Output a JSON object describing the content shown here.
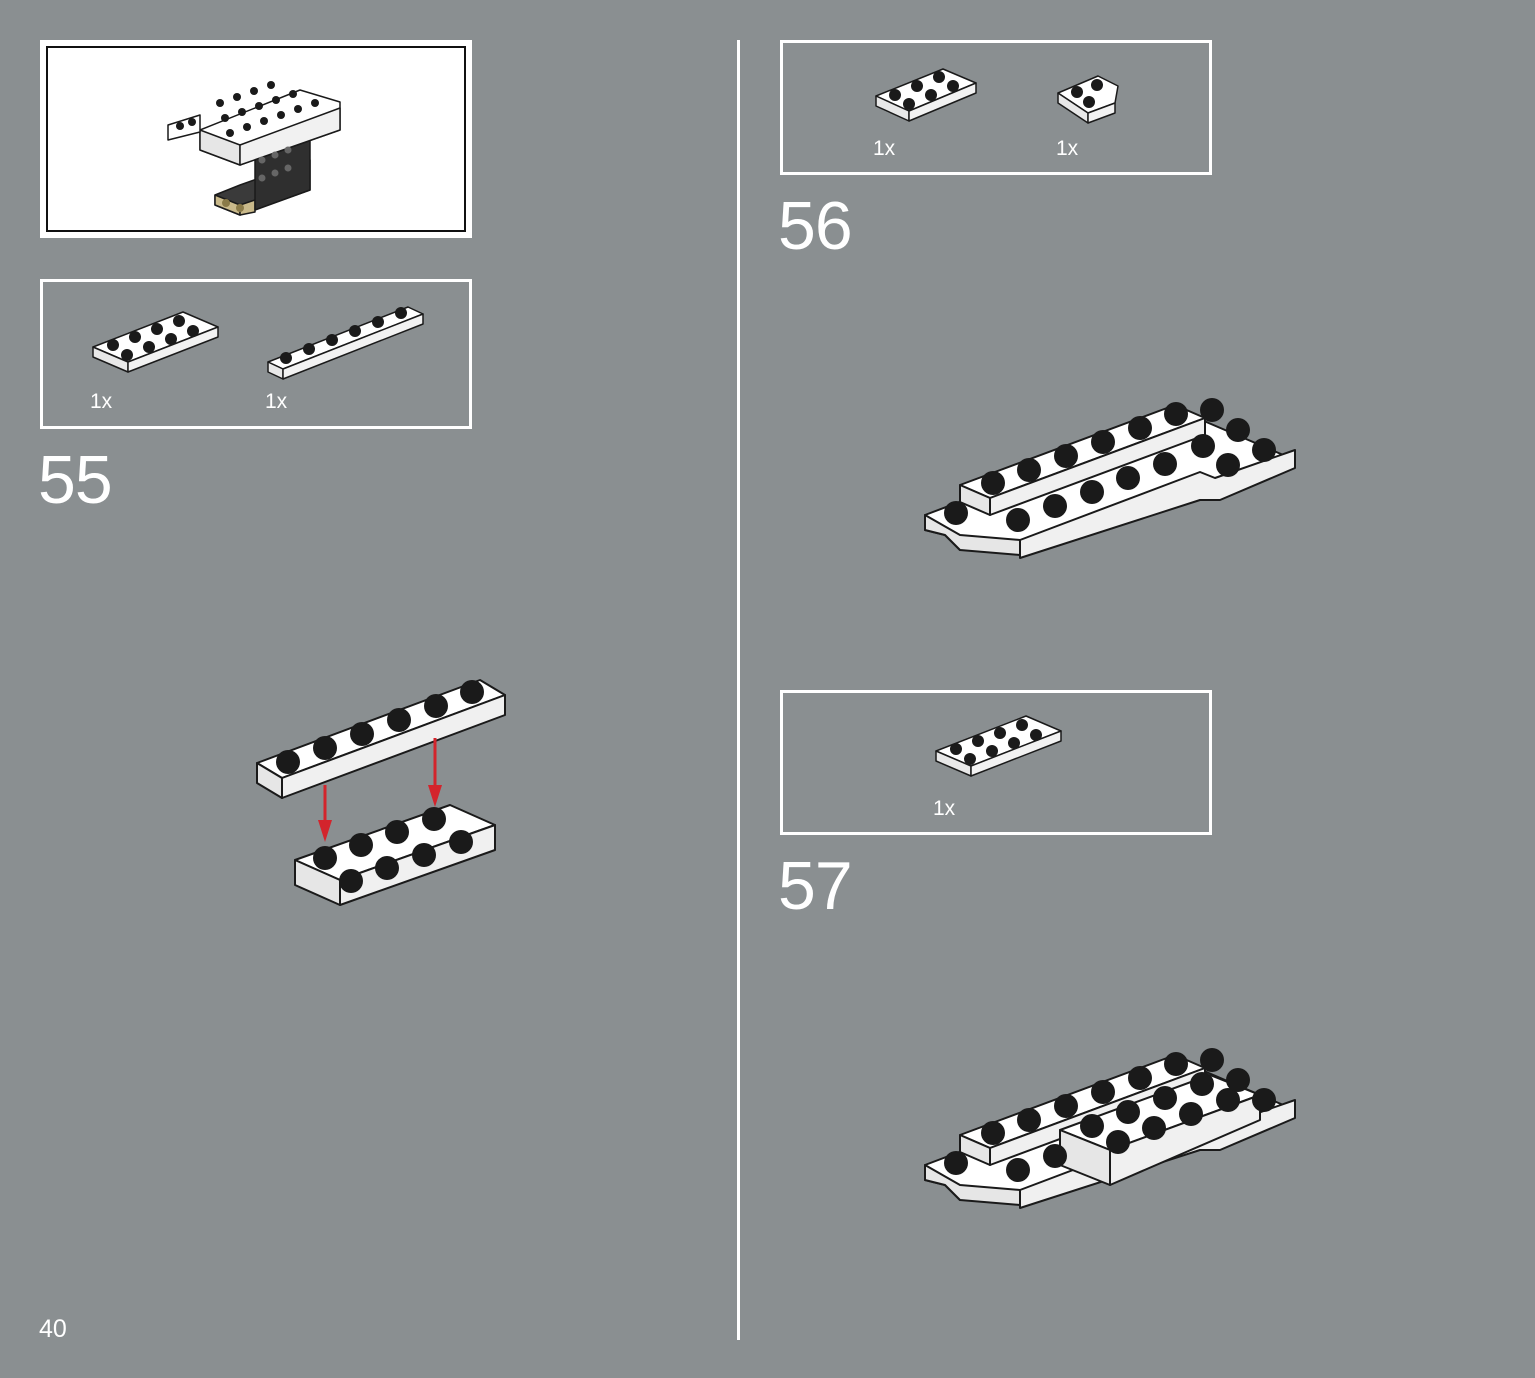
{
  "page": {
    "number": "40",
    "background": "#8a8f91"
  },
  "steps": [
    {
      "number": "55",
      "parts": [
        {
          "qty": "1x",
          "part": "plate-2x4-white"
        },
        {
          "qty": "1x",
          "part": "plate-1x6-white"
        }
      ]
    },
    {
      "number": "56",
      "parts": [
        {
          "qty": "1x",
          "part": "plate-2x3-white"
        },
        {
          "qty": "1x",
          "part": "wedge-plate-2x2-white"
        }
      ]
    },
    {
      "number": "57",
      "parts": [
        {
          "qty": "1x",
          "part": "plate-2x4-white"
        }
      ]
    }
  ],
  "colors": {
    "brick": "#ffffff",
    "outline": "#1a1a1a",
    "arrow": "#d3242c"
  }
}
